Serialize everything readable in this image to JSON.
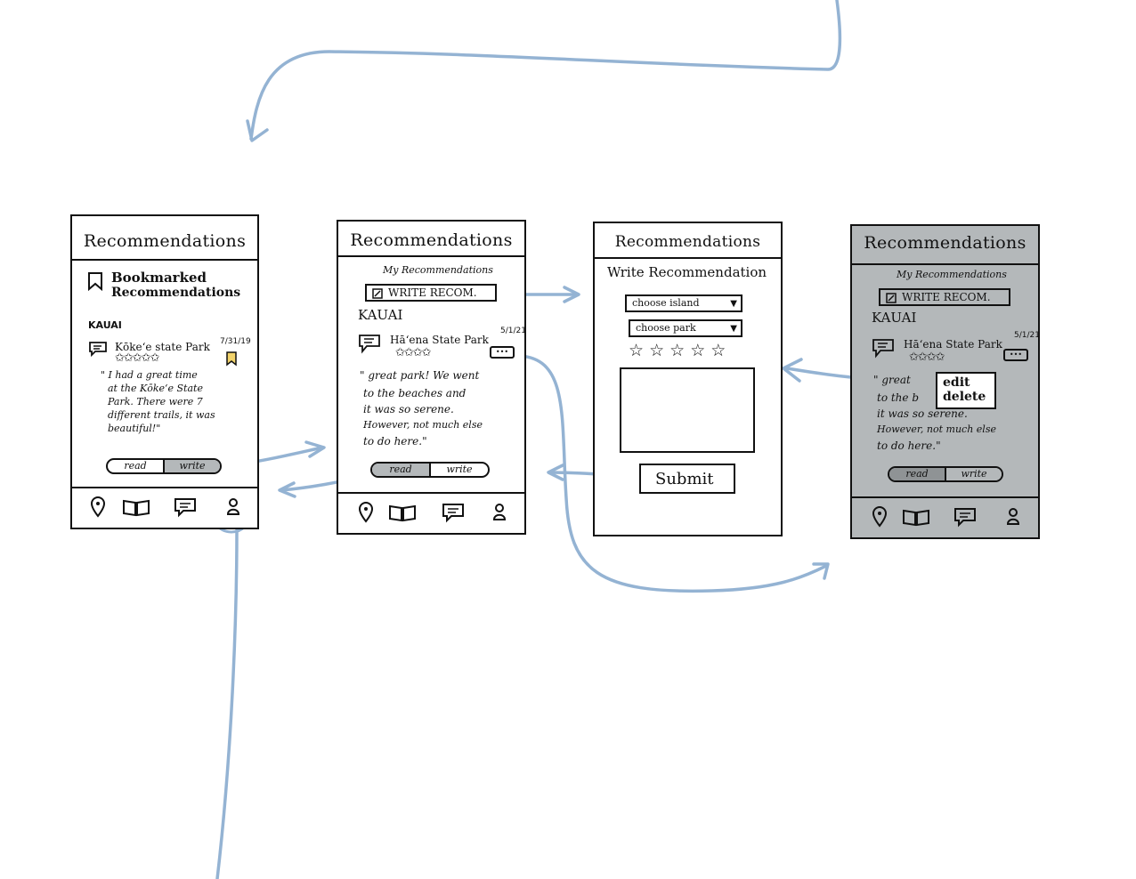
{
  "screens": {
    "bookmarked": {
      "header": "Recommendations",
      "section_title_line1": "Bookmarked",
      "section_title_line2": "Recommendations",
      "island": "KAUAI",
      "park": "Kōkeʻe state Park",
      "date": "7/31/19",
      "stars": "✩✩✩✩✩",
      "review_lines": [
        "\" I had a great time",
        "at the Kōkeʻe State",
        "Park. There were 7",
        "different trails, it was",
        "beautiful!\""
      ],
      "toggle": [
        "read",
        "write"
      ]
    },
    "my_recommendations": {
      "header": "Recommendations",
      "subtitle": "My Recommendations",
      "write_button": "WRITE RECOM.",
      "island": "KAUAI",
      "park": "Hāʻena State Park",
      "date": "5/1/21",
      "stars": "✩✩✩✩",
      "more_label": "•••",
      "review_lines": [
        "\" great park! We went",
        "to the beaches and",
        "it was so serene.",
        "However, not much else",
        "to do here.\""
      ],
      "toggle": [
        "read",
        "write"
      ]
    },
    "write": {
      "header": "Recommendations",
      "title": "Write Recommendation",
      "island_select": "choose island",
      "park_select": "choose park",
      "rating_stars": "☆ ☆ ☆ ☆ ☆",
      "submit": "Submit"
    },
    "options": {
      "header": "Recommendations",
      "subtitle": "My Recommendations",
      "write_button": "WRITE RECOM.",
      "island": "KAUAI",
      "park": "Hāʻena State Park",
      "date": "5/1/21",
      "stars": "✩✩✩✩",
      "more_label": "•••",
      "review_lines": [
        "\" great",
        "to the b",
        "it was so serene.",
        "However, not much else",
        "to do here.\""
      ],
      "menu": [
        "edit",
        "delete"
      ],
      "toggle": [
        "read",
        "write"
      ]
    }
  },
  "nav_icons": [
    "map-pin-icon",
    "book-icon",
    "chat-icon",
    "profile-icon"
  ],
  "colors": {
    "arrow": "#94b3d3",
    "ink": "#111111",
    "dim_overlay": "#b4b8ba",
    "bookmark": "#f2d36b"
  }
}
